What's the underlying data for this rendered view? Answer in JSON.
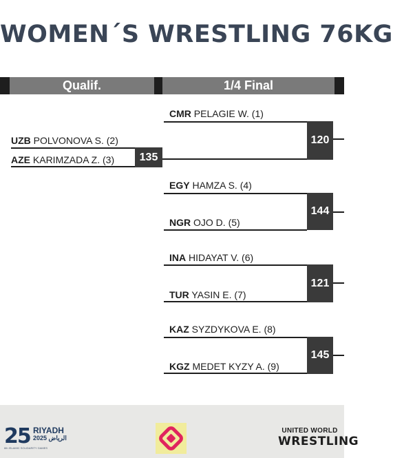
{
  "title": "WOMEN´S WRESTLING 76KG",
  "rounds": {
    "qualif": "Qualif.",
    "quarter": "1/4 Final"
  },
  "qualification": {
    "top": {
      "code": "UZB",
      "name": "POLVONOVA S. (2)"
    },
    "bottom": {
      "code": "AZE",
      "name": "KARIMZADA Z. (3)"
    },
    "score": "135"
  },
  "quarterfinals": [
    {
      "top": {
        "code": "CMR",
        "name": "PELAGIE W. (1)"
      },
      "bottom": {
        "code": "",
        "name": ""
      },
      "score": "120"
    },
    {
      "top": {
        "code": "EGY",
        "name": "HAMZA S. (4)"
      },
      "bottom": {
        "code": "NGR",
        "name": "OJO D. (5)"
      },
      "score": "144"
    },
    {
      "top": {
        "code": "INA",
        "name": "HIDAYAT V. (6)"
      },
      "bottom": {
        "code": "TUR",
        "name": "YASIN E. (7)"
      },
      "score": "121"
    },
    {
      "top": {
        "code": "KAZ",
        "name": "SYZDYKOVA E. (8)"
      },
      "bottom": {
        "code": "KGZ",
        "name": "MEDET KYZY A. (9)"
      },
      "score": "145"
    }
  ],
  "footer": {
    "riyadh": {
      "number": "25",
      "word": "RIYADH",
      "year": "الرياض 2025",
      "sub": "6th ISLAMIC SOLIDARITY GAMES"
    },
    "uww": {
      "top": "UNITED WORLD",
      "main": "WRESTLING"
    },
    "colors": {
      "navy": "#1f3a5f",
      "emblem": "#e0245e",
      "emblem_bg": "#f1ec9c"
    }
  }
}
